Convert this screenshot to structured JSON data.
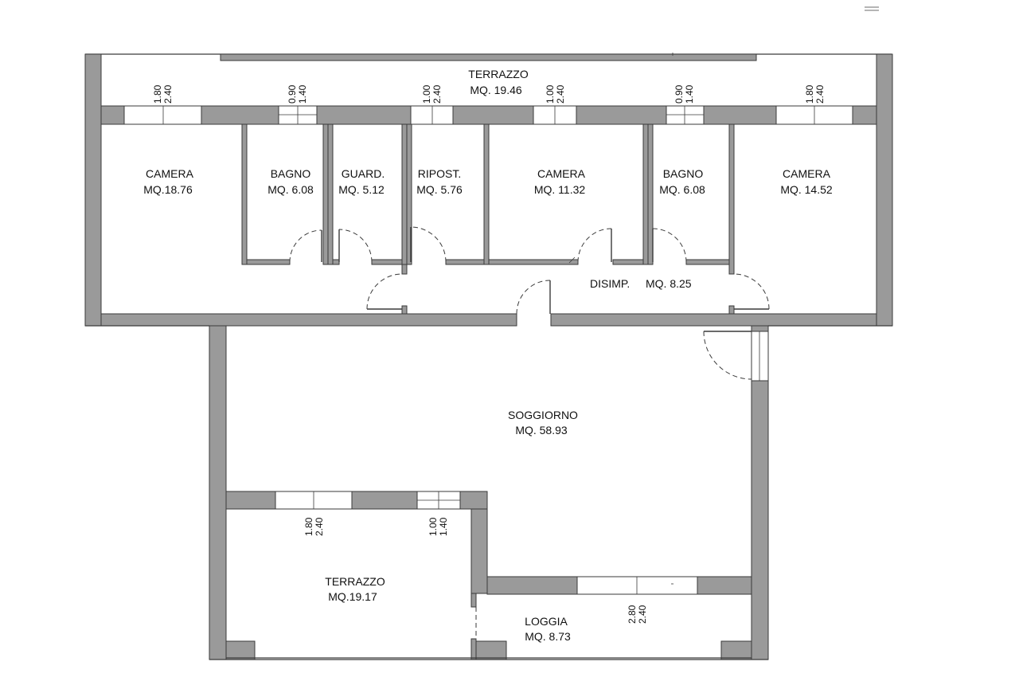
{
  "rooms": {
    "terrazzo_top": {
      "name": "TERRAZZO",
      "area": "MQ.  19.46"
    },
    "camera_1": {
      "name": "CAMERA",
      "area": "MQ.18.76"
    },
    "bagno_1": {
      "name": "BAGNO",
      "area": "MQ. 6.08"
    },
    "guard": {
      "name": "GUARD.",
      "area": "MQ. 5.12"
    },
    "ripost": {
      "name": "RIPOST.",
      "area": "MQ. 5.76"
    },
    "camera_2": {
      "name": "CAMERA",
      "area": "MQ. 11.32"
    },
    "bagno_2": {
      "name": "BAGNO",
      "area": "MQ. 6.08"
    },
    "camera_3": {
      "name": "CAMERA",
      "area": "MQ. 14.52"
    },
    "disimp": {
      "name": "DISIMP.",
      "area": "MQ.  8.25"
    },
    "soggiorno": {
      "name": "SOGGIORNO",
      "area": "MQ.  58.93"
    },
    "terrazzo_bottom": {
      "name": "TERRAZZO",
      "area": "MQ.19.17"
    },
    "loggia": {
      "name": "LOGGIA",
      "area": "MQ.  8.73"
    }
  },
  "window_dims": {
    "w1": {
      "a": "1.80",
      "b": "2.40"
    },
    "w2": {
      "a": "0.90",
      "b": "1.40"
    },
    "w3": {
      "a": "1.00",
      "b": "2.40"
    },
    "w4": {
      "a": "1.00",
      "b": "2.40"
    },
    "w5": {
      "a": "0.90",
      "b": "1.40"
    },
    "w6": {
      "a": "1.80",
      "b": "2.40"
    },
    "w7": {
      "a": "1.80",
      "b": "2.40"
    },
    "w8": {
      "a": "1.00",
      "b": "1.40"
    },
    "w9": {
      "a": "2.80",
      "b": "2.40"
    }
  }
}
